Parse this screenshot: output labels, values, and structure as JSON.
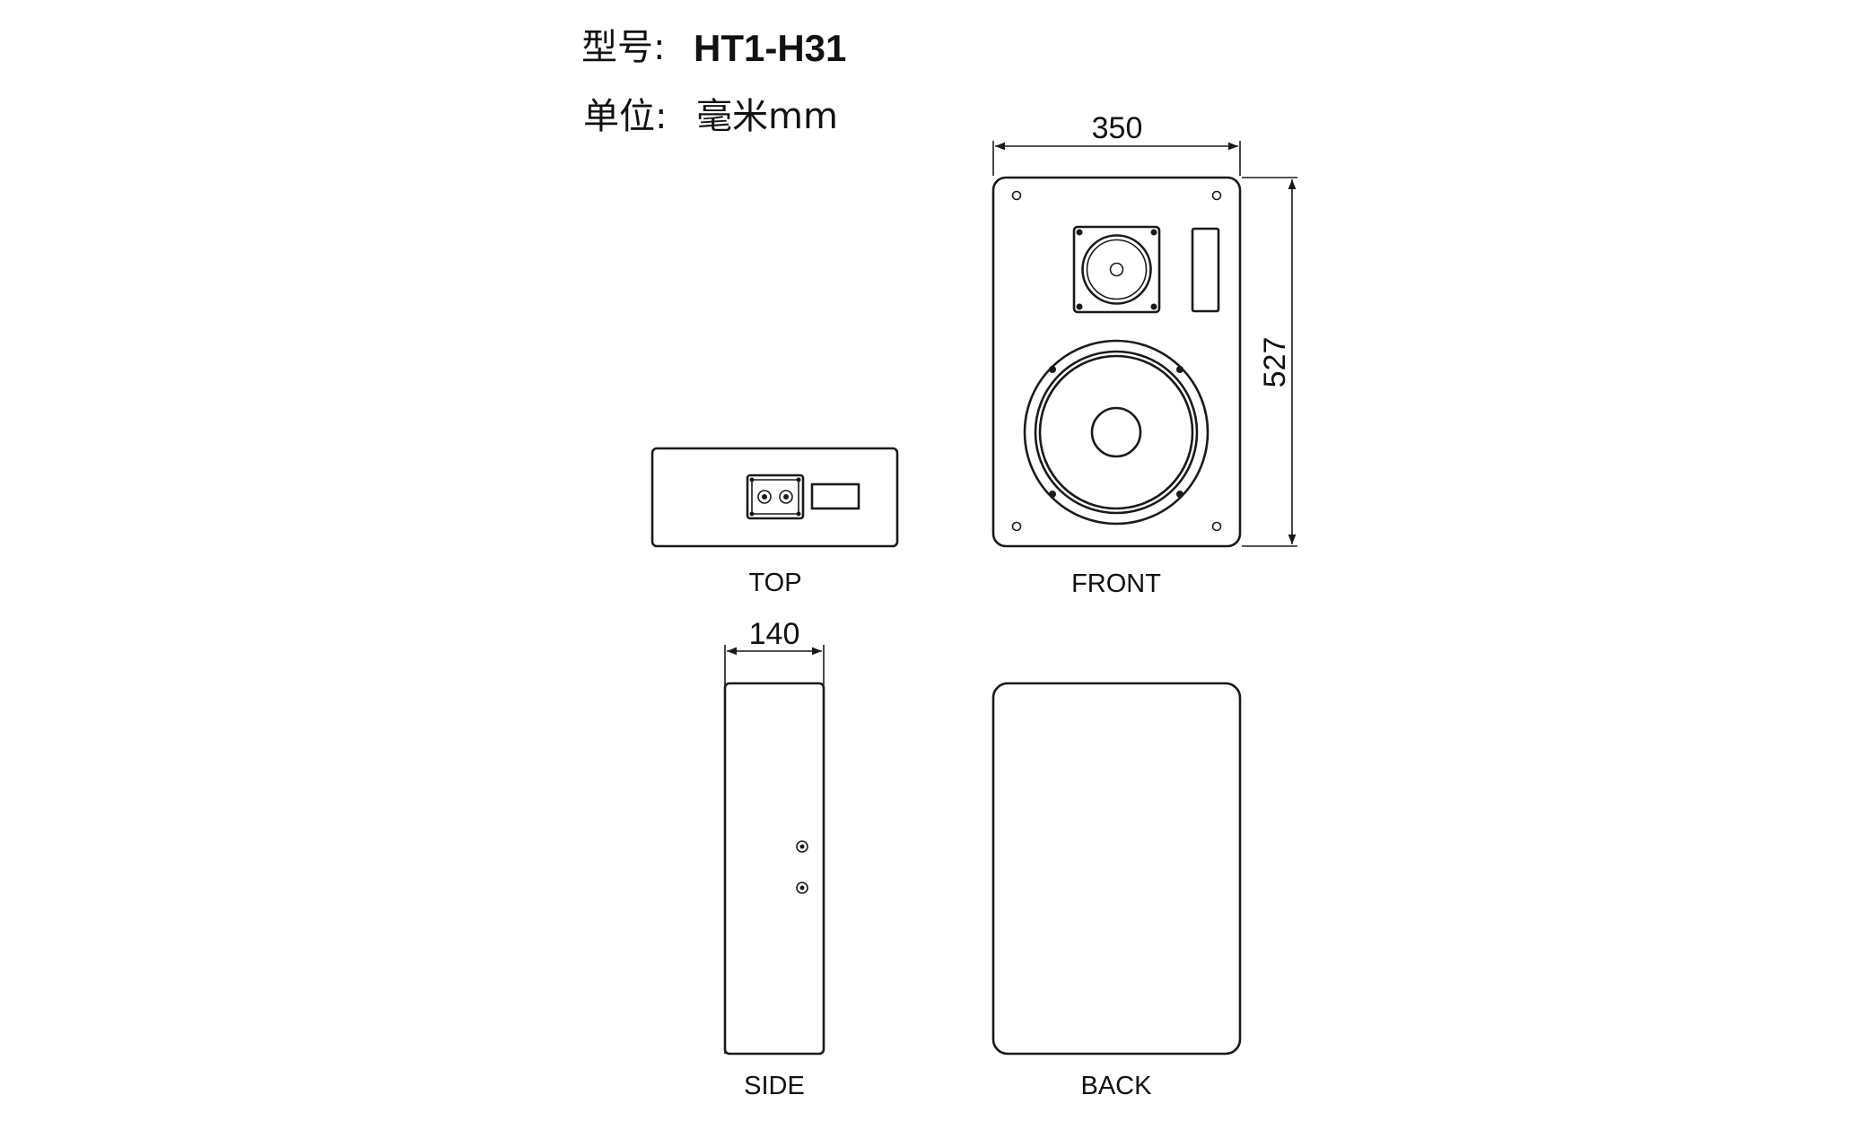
{
  "header": {
    "model_label": "型号:",
    "model_value": "HT1-H31",
    "unit_label": "单位:",
    "unit_value": "毫米mm"
  },
  "views": {
    "top": "TOP",
    "front": "FRONT",
    "side": "SIDE",
    "back": "BACK"
  },
  "dimensions": {
    "width": "350",
    "height": "527",
    "depth": "140"
  },
  "colors": {
    "line": "#1a1a1a",
    "background": "#ffffff"
  }
}
